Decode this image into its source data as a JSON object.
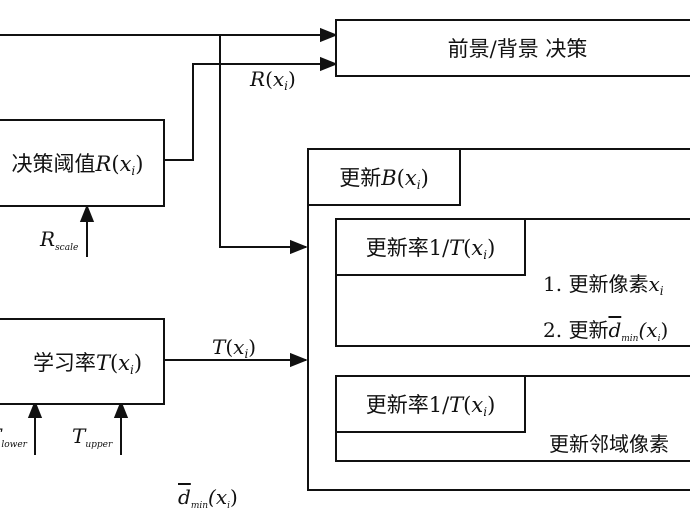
{
  "decision": {
    "label": "前景/背景 决策"
  },
  "threshold": {
    "prefix": "决策阈值",
    "sym": "R",
    "lp": "(",
    "var": "x",
    "sub": "i",
    "rp": ")"
  },
  "rscale": {
    "sym": "R",
    "sub": "scale"
  },
  "rx_label": {
    "sym": "R",
    "lp": "(",
    "var": "x",
    "sub": "i",
    "rp": ")"
  },
  "learning": {
    "prefix": "学习率",
    "sym": "T",
    "lp": "(",
    "var": "x",
    "sub": "i",
    "rp": ")"
  },
  "tlower": {
    "sym": "T",
    "sub": "lower"
  },
  "tupper": {
    "sym": "T",
    "sub": "upper"
  },
  "tx_label": {
    "sym": "T",
    "lp": "(",
    "var": "x",
    "sub": "i",
    "rp": ")"
  },
  "dmin_bottom": {
    "sym": "d",
    "sub": "min",
    "arg": "(x",
    "argsub": "i",
    "rp": ")"
  },
  "update_b": {
    "prefix": "更新",
    "sym": "B",
    "lp": "(",
    "var": "x",
    "sub": "i",
    "rp": ")"
  },
  "rate1": {
    "prefix": "更新率1/",
    "sym": "T",
    "lp": "(",
    "var": "x",
    "sub": "i",
    "rp": ")"
  },
  "step1": {
    "prefix": "1. 更新像素",
    "var": "x",
    "sub": "i"
  },
  "step2": {
    "prefix": "2. 更新",
    "sym": "d",
    "sub": "min",
    "arg": "(x",
    "argsub": "i",
    "rp": ")"
  },
  "rate2": {
    "prefix": "更新率1/",
    "sym": "T",
    "lp": "(",
    "var": "x",
    "sub": "i",
    "rp": ")"
  },
  "neighbor": {
    "label": "更新邻域像素"
  }
}
